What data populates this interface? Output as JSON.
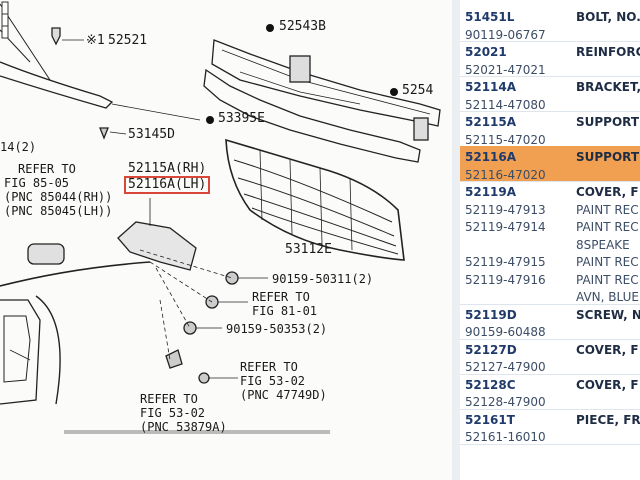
{
  "diagram": {
    "labels": {
      "l52521": "52521",
      "l52521_mark": "※1",
      "l52543B": "52543B",
      "l5254": "5254",
      "l53145D": "53145D",
      "l53395E": "53395E",
      "l14": "14(2)",
      "ref1_a": "REFER TO",
      "ref1_b": "FIG 85-05",
      "ref1_c": "(PNC 85044(RH))",
      "ref1_d": "(PNC 85045(LH))",
      "l52115A": "52115A(RH)",
      "l52116A": "52116A(LH)",
      "l53112E": "53112E",
      "l90159_311": "90159-50311(2)",
      "ref2_a": "REFER TO",
      "ref2_b": "FIG 81-01",
      "l90159_353": "90159-50353(2)",
      "ref3_a": "REFER TO",
      "ref3_b": "FIG 53-02",
      "ref3_c": "(PNC 47749D)",
      "ref4_a": "REFER TO",
      "ref4_b": "FIG 53-02",
      "ref4_c": "(PNC 53879A)"
    }
  },
  "parts": [
    {
      "pnc": "51451L",
      "name": "BOLT, NO.",
      "subs": [
        {
          "no": "90119-06767",
          "name": ""
        }
      ]
    },
    {
      "pnc": "52021",
      "name": "REINFORC",
      "subs": [
        {
          "no": "52021-47021",
          "name": ""
        }
      ]
    },
    {
      "pnc": "52114A",
      "name": "BRACKET,",
      "subs": [
        {
          "no": "52114-47080",
          "name": ""
        }
      ]
    },
    {
      "pnc": "52115A",
      "name": "SUPPORT",
      "subs": [
        {
          "no": "52115-47020",
          "name": ""
        }
      ]
    },
    {
      "pnc": "52116A",
      "name": "SUPPORT",
      "selected": true,
      "subs": [
        {
          "no": "52116-47020",
          "name": ""
        }
      ]
    },
    {
      "pnc": "52119A",
      "name": "COVER, F",
      "subs": [
        {
          "no": "52119-47913",
          "name": "PAINT REC"
        },
        {
          "no": "52119-47914",
          "name": "PAINT REC"
        },
        {
          "no": "",
          "name": "8SPEAKE"
        },
        {
          "no": "52119-47915",
          "name": "PAINT REC"
        },
        {
          "no": "52119-47916",
          "name": "PAINT REC"
        },
        {
          "no": "",
          "name": "AVN, BLUE"
        }
      ]
    },
    {
      "pnc": "52119D",
      "name": "SCREW, N",
      "subs": [
        {
          "no": "90159-60488",
          "name": ""
        }
      ]
    },
    {
      "pnc": "52127D",
      "name": "COVER, F",
      "subs": [
        {
          "no": "52127-47900",
          "name": ""
        }
      ]
    },
    {
      "pnc": "52128C",
      "name": "COVER, F",
      "subs": [
        {
          "no": "52128-47900",
          "name": ""
        }
      ]
    },
    {
      "pnc": "52161T",
      "name": "PIECE, FR",
      "subs": [
        {
          "no": "52161-16010",
          "name": ""
        }
      ]
    }
  ],
  "colors": {
    "highlight": "#f0a050",
    "part_no": "#1f3a6b",
    "callout_box": "#d9463a"
  }
}
